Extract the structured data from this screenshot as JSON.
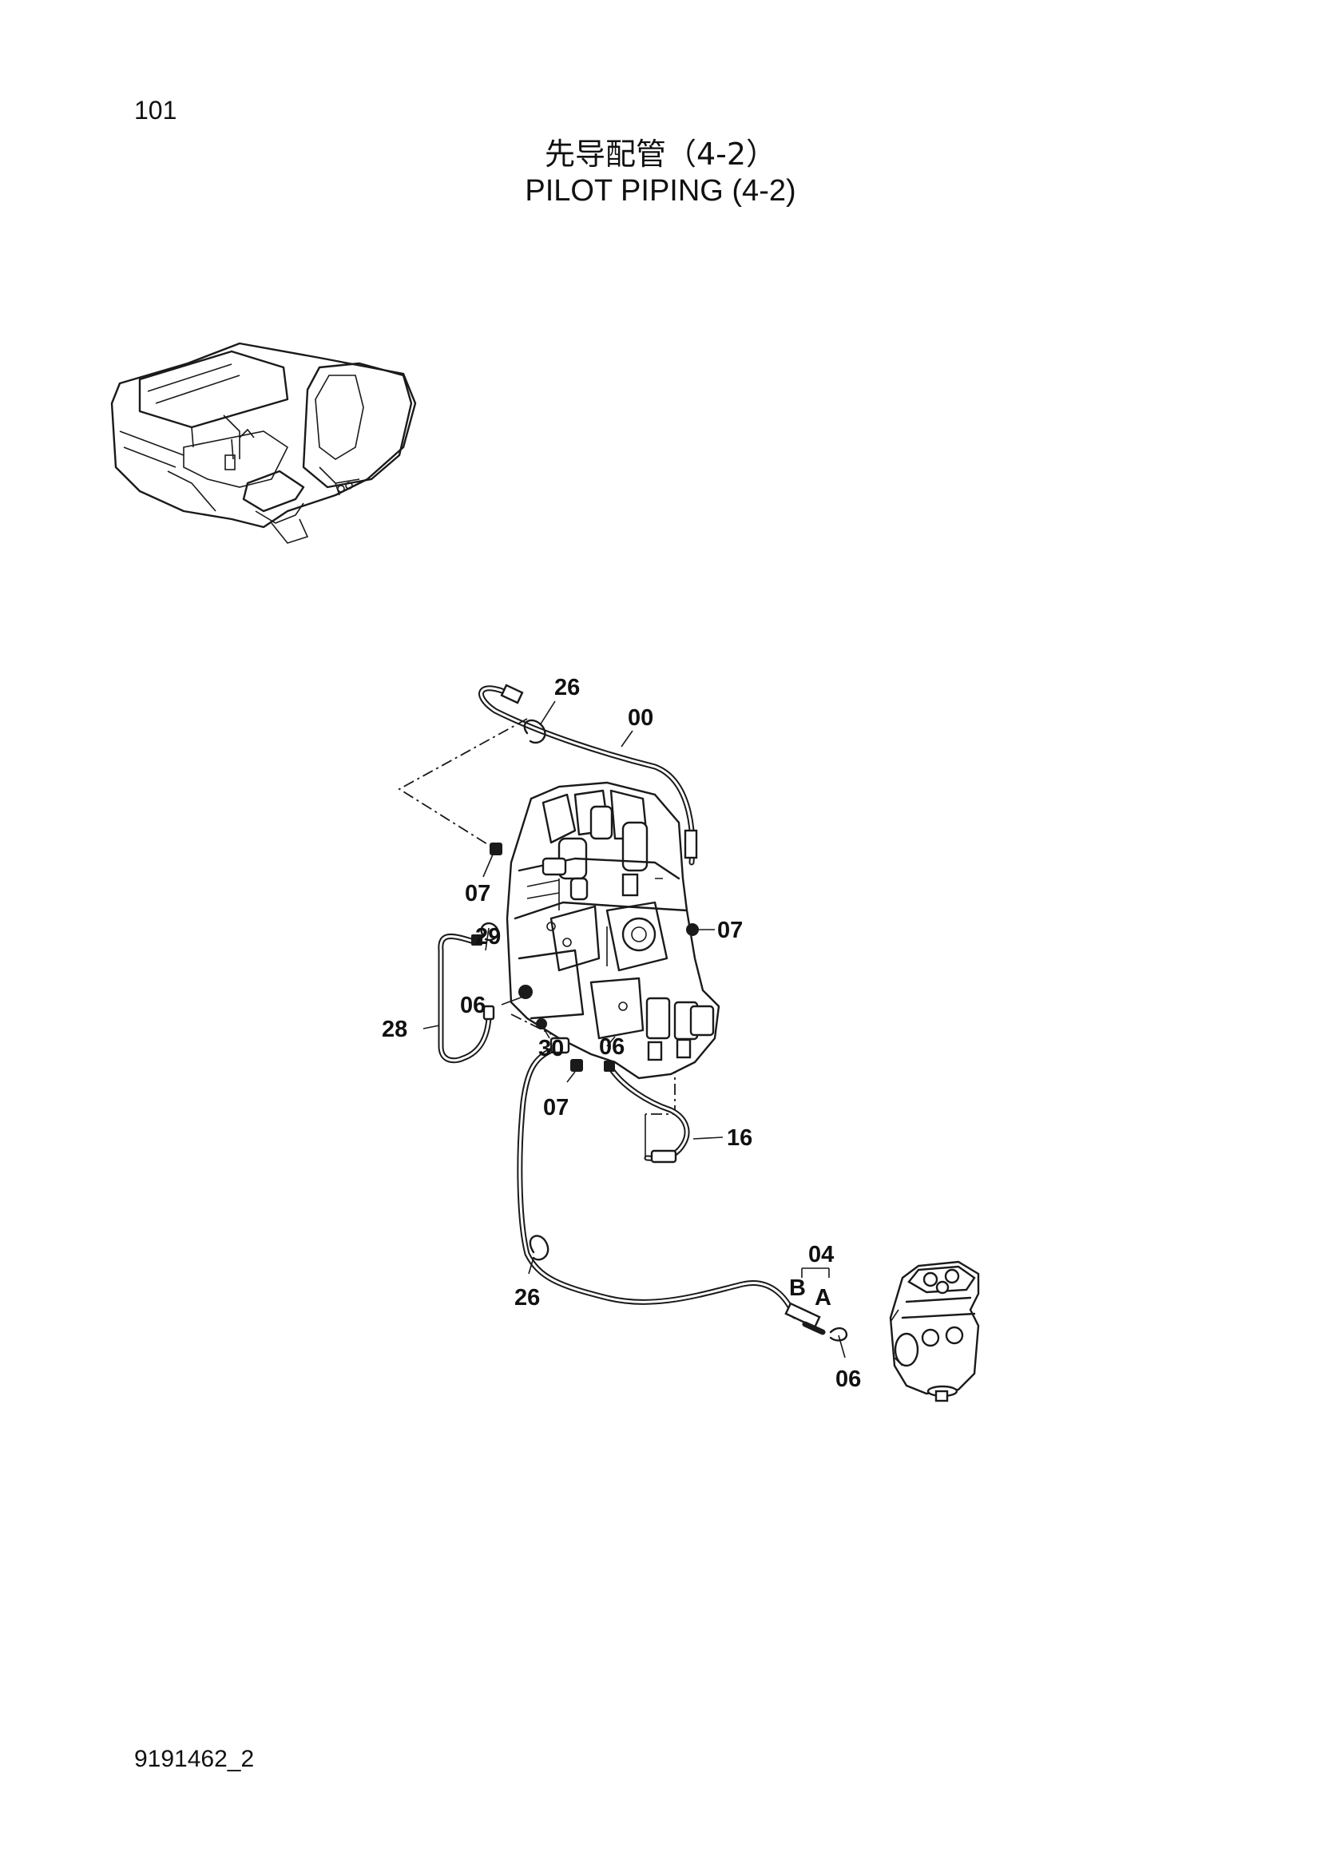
{
  "page_number": "101",
  "title_cn": "先导配管（4-2）",
  "title_en": "PILOT PIPING (4-2)",
  "document_code": "9191462_2",
  "callouts": {
    "c26_top": "26",
    "c00": "00",
    "c07_left": "07",
    "c07_right": "07",
    "c29": "29",
    "c06_left": "06",
    "c28": "28",
    "c30": "30",
    "c06_mid": "06",
    "c07_bottom": "07",
    "c16": "16",
    "c26_bottom": "26",
    "c04": "04",
    "cB": "B",
    "cA": "A",
    "c06_bottom": "06"
  }
}
